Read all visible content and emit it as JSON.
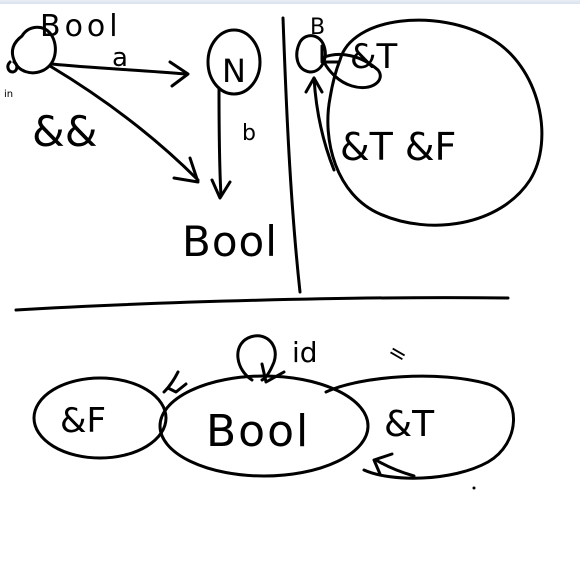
{
  "top_left": {
    "source_label": "Bool",
    "source_sub": "in",
    "edge_a": "a",
    "edge_b": "b",
    "edge_and_and": "&&",
    "target_n": "N",
    "target_bool": "Bool"
  },
  "top_right": {
    "node_label": "B",
    "self_loop": "&T",
    "blob_text": "&T &F"
  },
  "bottom": {
    "left_blob": "&F",
    "center_blob": "Bool",
    "right_blob": "&T",
    "loop_label": "id",
    "equals_mark": "="
  },
  "colors": {
    "ink": "#000000",
    "background": "#ffffff"
  }
}
